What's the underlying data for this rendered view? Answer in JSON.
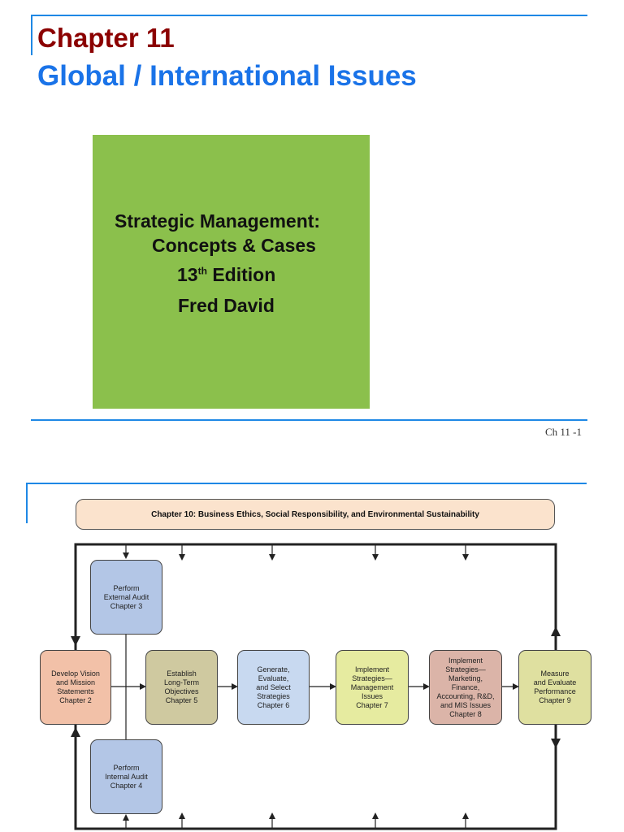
{
  "slide1": {
    "title": "Chapter 11",
    "subtitle": "Global / International Issues",
    "cover": {
      "line1": "Strategic Management:",
      "line2": "Concepts & Cases",
      "edition_number": "13",
      "edition_suffix": "th",
      "edition_label": "Edition",
      "author": "Fred David"
    },
    "page_number": "Ch 11 -1"
  },
  "slide2": {
    "banner": "Chapter 10: Business Ethics, Social Responsibility, and Environmental Sustainability",
    "nodes": {
      "external_audit": [
        "Perform",
        "External Audit",
        "Chapter 3"
      ],
      "internal_audit": [
        "Perform",
        "Internal Audit",
        "Chapter 4"
      ],
      "vision_mission": [
        "Develop Vision",
        "and Mission",
        "Statements",
        "Chapter 2"
      ],
      "objectives": [
        "Establish",
        "Long-Term",
        "Objectives",
        "Chapter 5"
      ],
      "generate_strategies": [
        "Generate,",
        "Evaluate,",
        "and Select",
        "Strategies",
        "Chapter 6"
      ],
      "implement_management": [
        "Implement",
        "Strategies—",
        "Management",
        "Issues",
        "Chapter 7"
      ],
      "implement_functional": [
        "Implement",
        "Strategies—",
        "Marketing,",
        "Finance,",
        "Accounting, R&D,",
        "and MIS Issues",
        "Chapter 8"
      ],
      "measure_evaluate": [
        "Measure",
        "and Evaluate",
        "Performance",
        "Chapter 9"
      ]
    },
    "colors": {
      "external_audit": "#b3c6e6",
      "internal_audit": "#b3c6e6",
      "vision_mission": "#f2c1a8",
      "objectives": "#cfc9a0",
      "generate_strategies": "#c8d9f0",
      "implement_management": "#e6eba0",
      "implement_functional": "#dbb4a8",
      "measure_evaluate": "#dfe0a0"
    }
  }
}
